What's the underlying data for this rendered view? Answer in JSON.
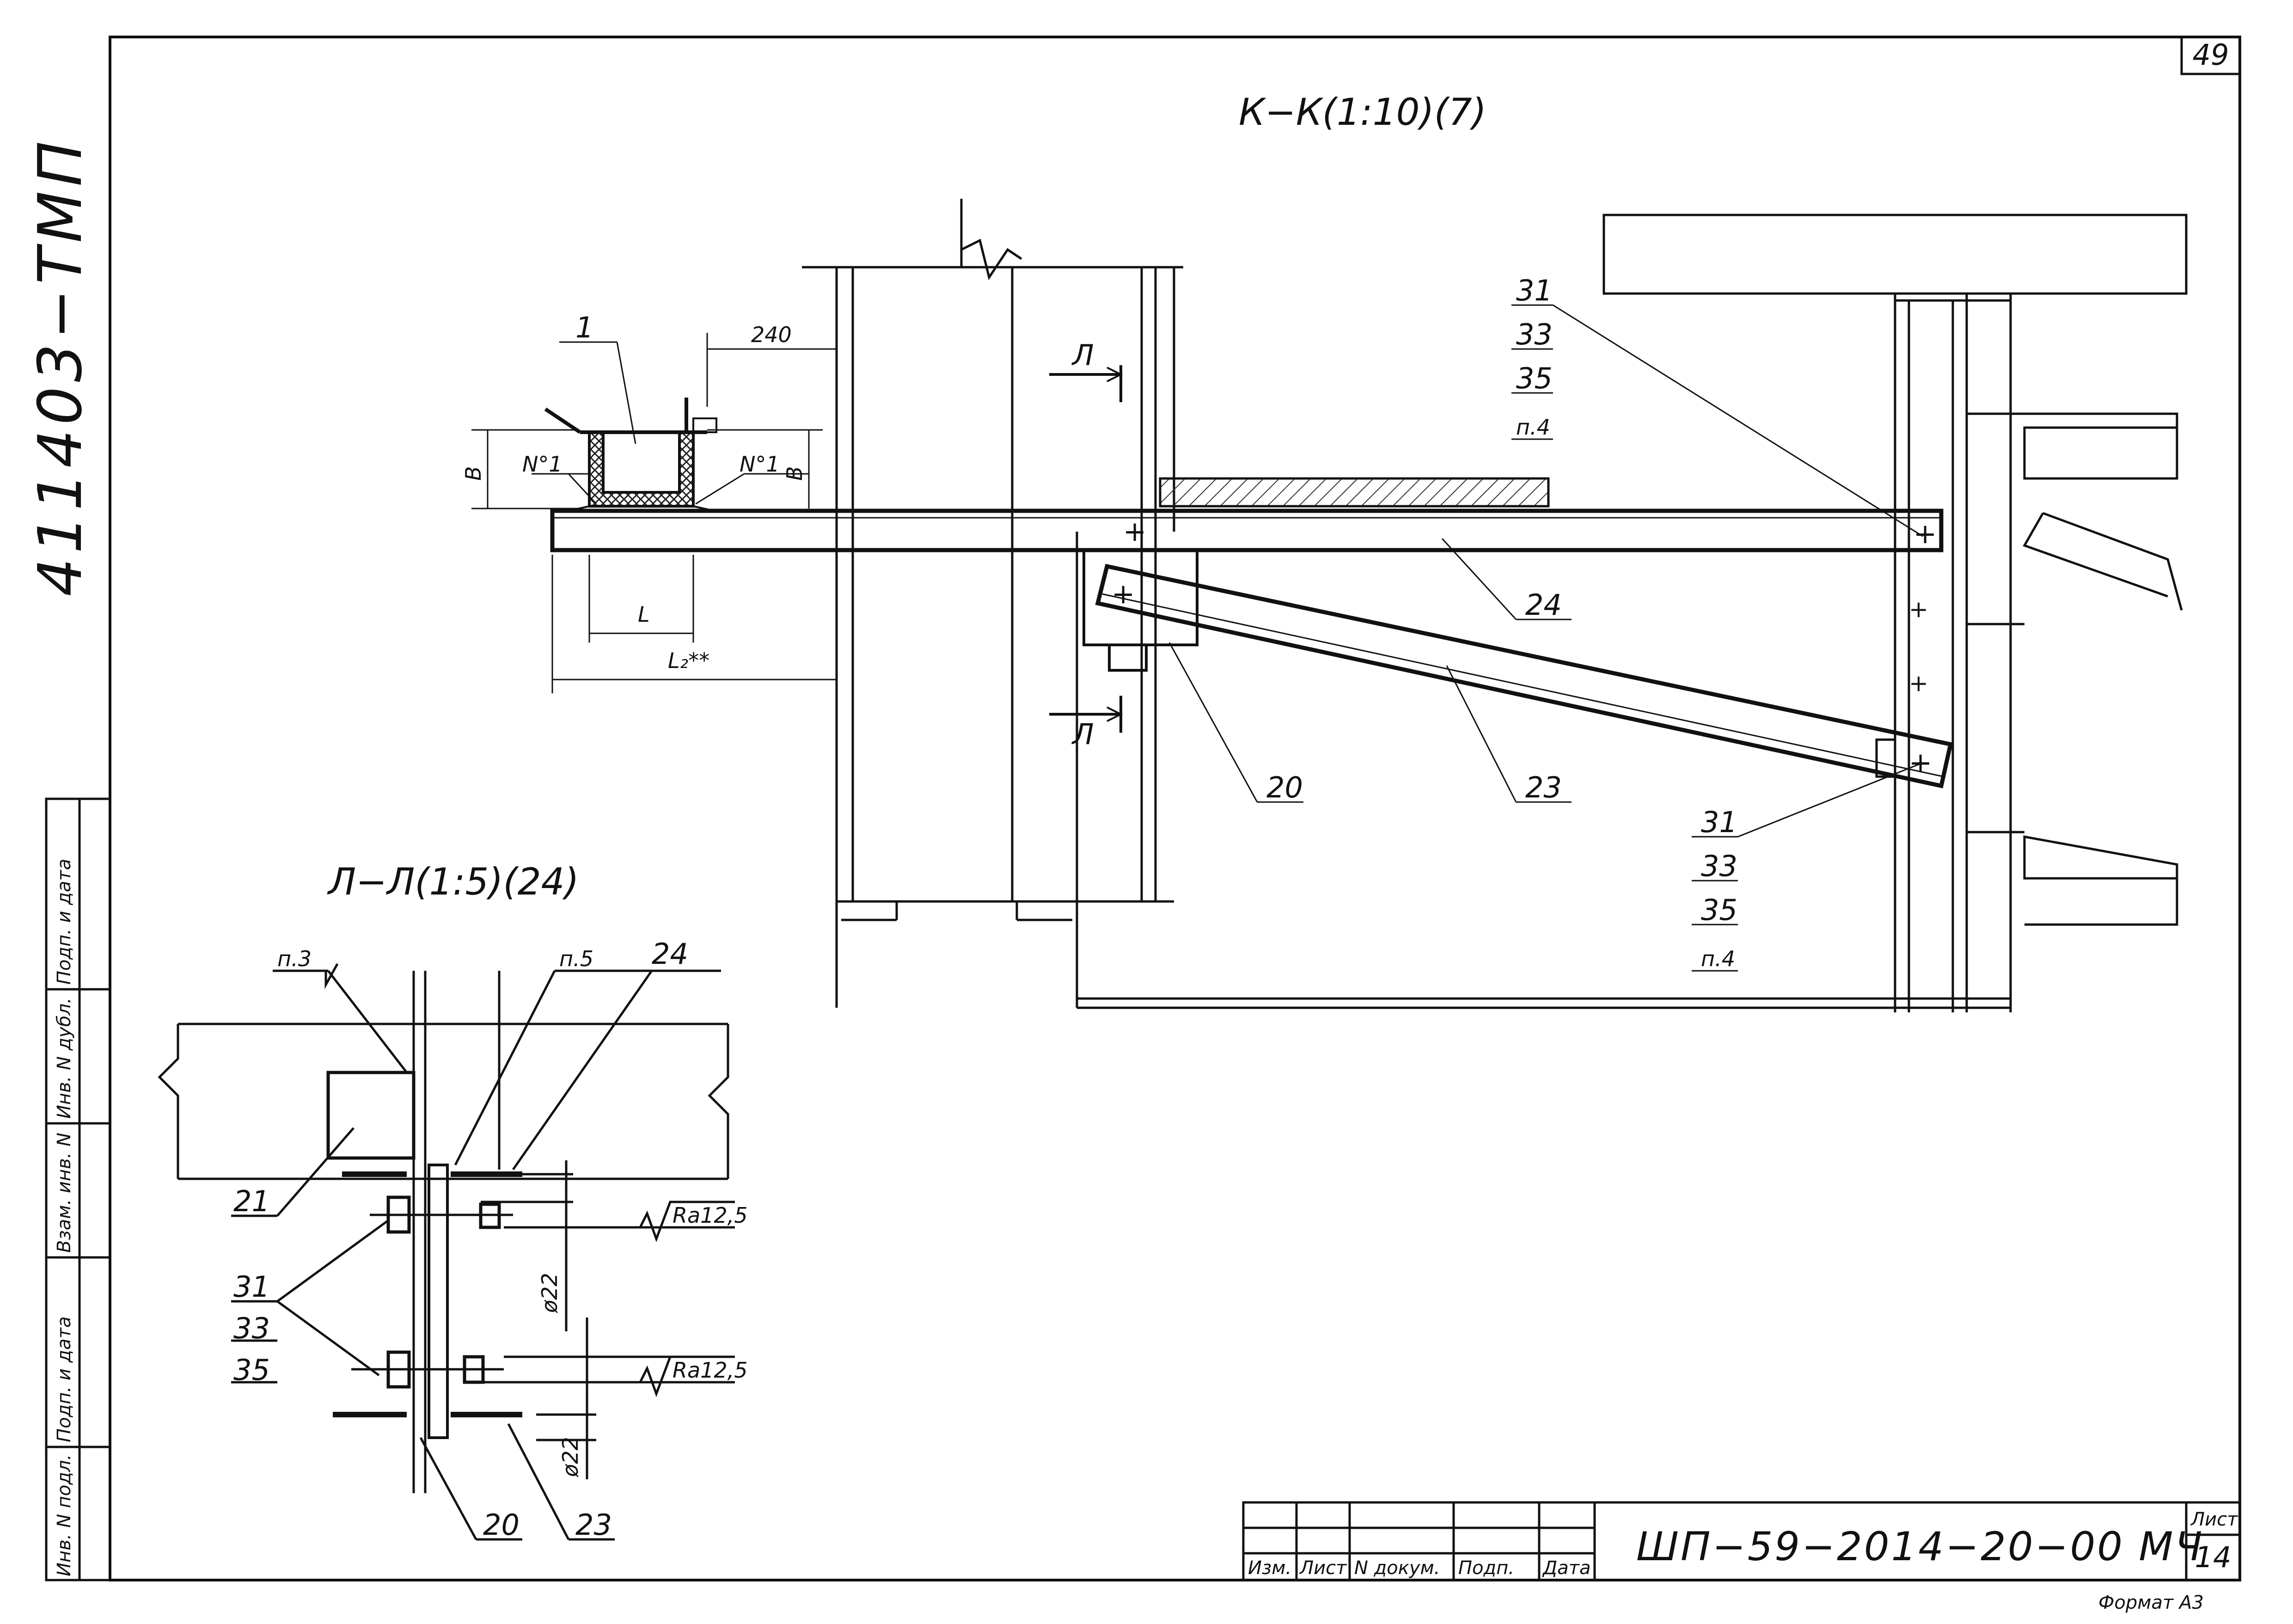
{
  "sheet": {
    "sheet_corner_number": "49",
    "side_code": "411403−ТМП",
    "format_label": "Формат A3"
  },
  "section_kk": {
    "title": "К−К(1:10)(7)",
    "dim_240": "240",
    "dim_B_left": "B",
    "dim_B_right": "B",
    "dim_L": "L",
    "dim_L2": "L₂**",
    "weld_left": "N°1",
    "weld_right": "N°1",
    "cut_mark_top": "Л",
    "cut_mark_bottom": "Л",
    "callout_1": "1",
    "callout_24": "24",
    "callout_23": "23",
    "callout_20": "20",
    "stack_top": [
      "31",
      "33",
      "35",
      "п.4"
    ],
    "stack_bottom": [
      "31",
      "33",
      "35",
      "п.4"
    ]
  },
  "section_ll": {
    "title": "Л−Л(1:5)(24)",
    "note_p3": "п.3",
    "note_p5": "п.5",
    "callout_24": "24",
    "callout_21": "21",
    "callout_20": "20",
    "callout_23": "23",
    "stack": [
      "31",
      "33",
      "35"
    ],
    "roughness_1": "Ra12,5",
    "roughness_2": "Ra12,5",
    "dia_1": "ø22",
    "dia_2": "ø22"
  },
  "side_stamp": [
    "Подп. и дата",
    "Инв. N дубл.",
    "Взам. инв. N",
    "Подп. и дата",
    "Инв. N подл."
  ],
  "title_block": {
    "headers": [
      "Изм.",
      "Лист",
      "N докум.",
      "Подп.",
      "Дата"
    ],
    "document_code": "ШП−59−2014−20−00 МЧ",
    "sheet_label": "Лист",
    "sheet_number": "14"
  }
}
